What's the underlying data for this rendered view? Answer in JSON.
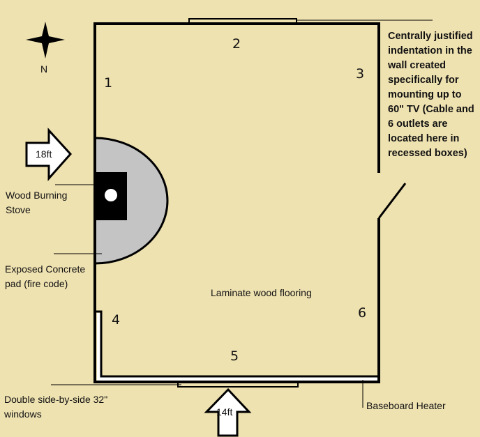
{
  "colors": {
    "background": "#EFE2B1",
    "wall": "#000000",
    "concrete": "#C4C4C4",
    "stove": "#000000"
  },
  "compass": {
    "label": "N"
  },
  "wall_numbers": [
    "1",
    "2",
    "3",
    "4",
    "5",
    "6"
  ],
  "dimensions": {
    "width": "18ft",
    "length": "14ft"
  },
  "labels": {
    "stove": [
      "Wood Burning",
      "Stove"
    ],
    "concrete": [
      "Exposed Concrete",
      "pad (fire code)"
    ],
    "flooring": "Laminate wood flooring",
    "windows": [
      "Double side-by-side 32\"",
      "windows"
    ],
    "heater": "Baseboard Heater",
    "tv_note": [
      "Centrally justified",
      "indentation in the",
      "wall created",
      "specifically for",
      "mounting up to",
      "60\" TV (Cable and",
      "6 outlets are",
      "located here in",
      "recessed boxes)"
    ]
  }
}
